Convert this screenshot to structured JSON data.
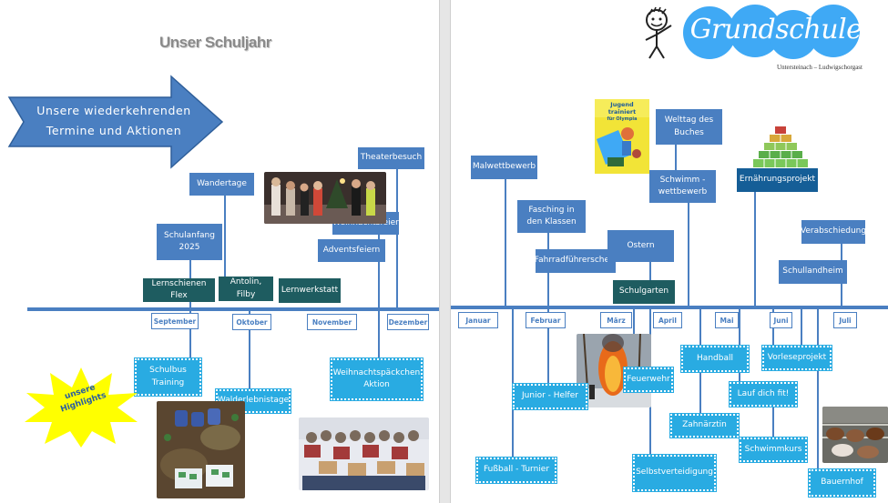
{
  "left_page": {
    "title": "Unser Schuljahr",
    "arrow_line1": "Unsere wiederkehrenden",
    "arrow_line2": "Termine und Aktionen",
    "star_line1": "unsere",
    "star_line2": "Highlights"
  },
  "school_logo": {
    "name": "Grundschule",
    "subtitle": "Untersteinach – Ludwigschorgast"
  },
  "months": [
    "September",
    "Oktober",
    "November",
    "Dezember",
    "Januar",
    "Februar",
    "März",
    "April",
    "Mai",
    "Juni",
    "Juli"
  ],
  "events_top": {
    "wandertage": "Wandertage",
    "schulanfang_1": "Schulanfang",
    "schulanfang_2": "2025",
    "lernschienen": "Lernschienen Flex",
    "antolin": "Antolin, Filby",
    "lernwerkstatt": "Lernwerkstatt",
    "theaterbesuch": "Theaterbesuch",
    "weihnachtsfeier": "Weihnachtsfeier",
    "adventsfeiern": "Adventsfeiern",
    "malwettbewerb": "Malwettbewerb",
    "fasching_1": "Fasching in",
    "fasching_2": "den Klassen",
    "fahrradfuehrerschein": "Fahrradführerschein",
    "ostern": "Ostern",
    "schulgarten": "Schulgarten",
    "welttag_1": "Welttag des",
    "welttag_2": "Buches",
    "schwimm_1": "Schwimm -",
    "schwimm_2": "wettbewerb",
    "ernaehrungsprojekt": "Ernährungsprojekt",
    "verabschiedung": "Verabschiedung",
    "schullandheim": "Schullandheim"
  },
  "highlights": {
    "schulbus_1": "Schulbus",
    "schulbus_2": "Training",
    "walderlebnistage": "Walderlebnistage",
    "weihnachtspaeckchen_1": "Weihnachtspäckchen",
    "weihnachtspaeckchen_2": "Aktion",
    "fussball": "Fußball - Turnier",
    "junior_helfer": "Junior - Helfer",
    "feuerwehr": "Feuerwehr",
    "handball": "Handball",
    "zahnaerztin": "Zahnärztin",
    "selbstverteidigung": "Selbstverteidigung",
    "vorleseprojekt": "Vorleseprojekt",
    "lauf_dich_fit": "Lauf dich fit!",
    "schwimmkurs": "Schwimmkurs",
    "bauernhof": "Bauernhof"
  },
  "book_cover": {
    "line1": "Jugend trainiert",
    "line2": "für Olympia"
  },
  "colors": {
    "timeline_blue": "#4a7fc1",
    "dark_blue": "#155e97",
    "teal": "#1e5c60",
    "cyan": "#29abe2",
    "star_yellow": "#ffff00",
    "logo_blue": "#3fa9f5"
  },
  "icons": [
    "stick-figure-icon",
    "food-pyramid-icon",
    "star-burst-icon",
    "block-arrow-icon"
  ]
}
